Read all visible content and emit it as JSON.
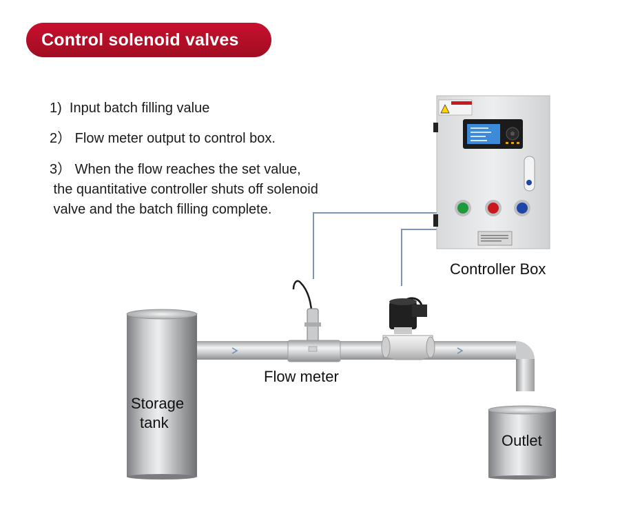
{
  "title": "Control solenoid valves",
  "steps": [
    "1)  Input batch filling value",
    "2） Flow meter output to control box.",
    "3） When the flow reaches the set value,",
    " the quantitative controller shuts off solenoid",
    " valve and the batch filling complete."
  ],
  "labels": {
    "controller_box": "Controller Box",
    "flow_meter": "Flow meter",
    "storage_tank_line1": "Storage",
    "storage_tank_line2": "tank",
    "outlet": "Outlet"
  },
  "colors": {
    "title_bg": "#b50f27",
    "signal_wire": "#7c93b3",
    "pipe": "#c4c6c8",
    "button_green": "#1f9a3a",
    "button_red": "#c8191f",
    "button_blue": "#1f45a8"
  }
}
